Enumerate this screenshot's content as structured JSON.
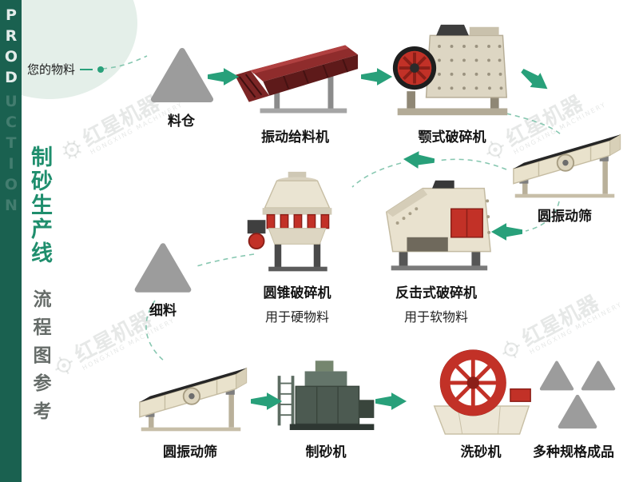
{
  "sidebar": {
    "vertical_en_bright": "PROD",
    "vertical_en_faint": "UCTION",
    "title_cn": "制砂生产线",
    "subtitle_cn": "流程图参考"
  },
  "header": {
    "material_label": "您的物料"
  },
  "watermark": {
    "brand_cn": "红星机器",
    "brand_en": "HONGXING MACHINERY"
  },
  "colors": {
    "accent_green": "#28a07a",
    "sidebar_green": "#1a6150",
    "title_green": "#1f8e6d",
    "triangle_gray": "#9c9c9c",
    "machine_red": "#c23127",
    "feeder_maroon": "#6e2020",
    "cream": "#e9e2cf",
    "dashed_line": "#86c7b0"
  },
  "flow": {
    "nodes": [
      {
        "label": "料仓"
      },
      {
        "label": "振动给料机"
      },
      {
        "label": "颚式破碎机"
      },
      {
        "label": "圆振动筛"
      },
      {
        "label": "圆锥破碎机",
        "note": "用于硬物料"
      },
      {
        "label": "反击式破碎机",
        "note": "用于软物料"
      },
      {
        "label": "细料"
      },
      {
        "label": "圆振动筛"
      },
      {
        "label": "制砂机"
      },
      {
        "label": "洗砂机"
      },
      {
        "label": "多种规格成品"
      }
    ]
  }
}
